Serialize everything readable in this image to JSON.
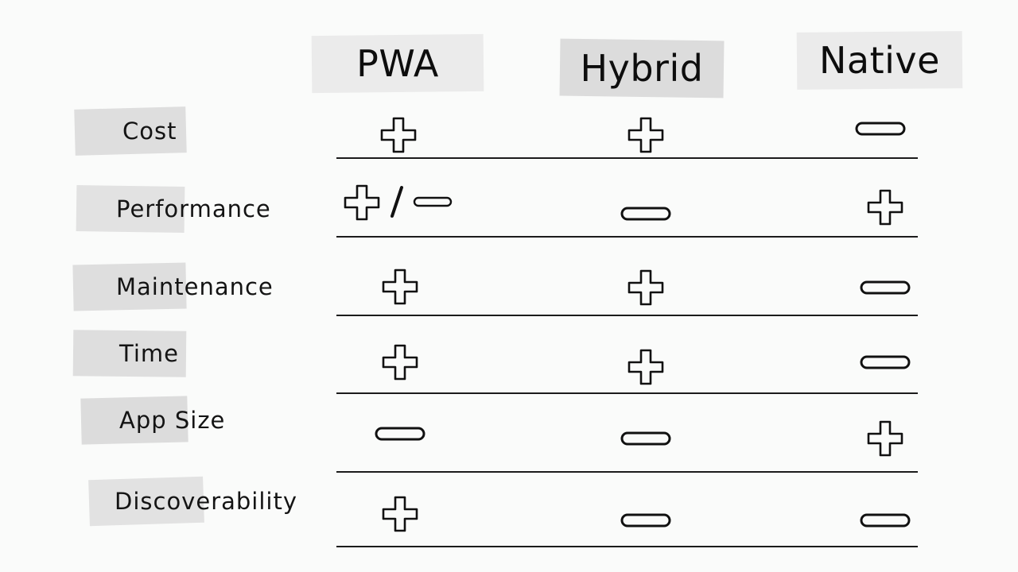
{
  "columns": [
    {
      "key": "pwa",
      "label": "PWA"
    },
    {
      "key": "hybrid",
      "label": "Hybrid"
    },
    {
      "key": "native",
      "label": "Native"
    }
  ],
  "rows": [
    {
      "key": "cost",
      "label": "Cost",
      "values": [
        "plus",
        "plus",
        "minus"
      ]
    },
    {
      "key": "performance",
      "label": "Performance",
      "values": [
        "plus-or-minus",
        "minus",
        "plus"
      ]
    },
    {
      "key": "maintenance",
      "label": "Maintenance",
      "values": [
        "plus",
        "plus",
        "minus"
      ]
    },
    {
      "key": "time",
      "label": "Time",
      "values": [
        "plus",
        "plus",
        "minus"
      ]
    },
    {
      "key": "app-size",
      "label": "App Size",
      "values": [
        "minus",
        "minus",
        "plus"
      ]
    },
    {
      "key": "discoverability",
      "label": "Discoverability",
      "values": [
        "plus",
        "minus",
        "minus"
      ]
    }
  ],
  "icons": {
    "plus": "plus-icon",
    "minus": "minus-icon",
    "plus-or-minus": "plus-slash-minus-icon"
  },
  "colors": {
    "background": "#fafbfa",
    "header_swatch": "#ebebeb",
    "header_swatch_hybrid": "#dcdcdc",
    "row_swatch": "#dedede",
    "ink": "#111111"
  }
}
